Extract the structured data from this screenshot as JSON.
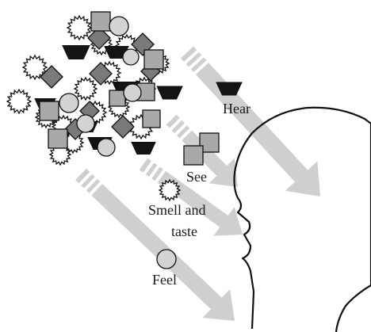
{
  "labels": {
    "hear": "Hear",
    "see": "See",
    "smell_1": "Smell and",
    "smell_2": "taste",
    "feel": "Feel"
  },
  "colors": {
    "arrow": "#cfcfcf",
    "outline": "#111111",
    "square": "#a9a9a9",
    "diamond": "#7a7a7a",
    "circle": "#d3d3d3",
    "bowl": "#141414",
    "starburst": "#ffffff"
  },
  "icons": [
    "starburst-icon",
    "square-icon",
    "diamond-icon",
    "circle-icon",
    "bowl-icon"
  ]
}
